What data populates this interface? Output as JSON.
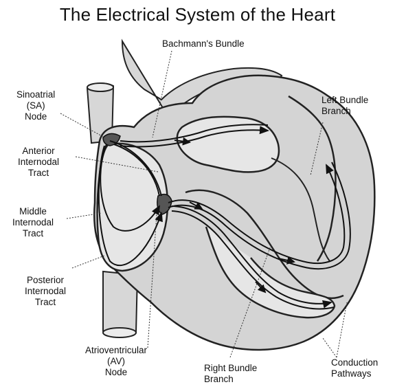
{
  "title": "The Electrical System of the Heart",
  "labels": {
    "bachmann": [
      "Bachmann's Bundle"
    ],
    "sa_node": [
      "Sinoatrial",
      "(SA)",
      "Node"
    ],
    "anterior": [
      "Anterior",
      "Internodal",
      "Tract"
    ],
    "middle": [
      "Middle",
      "Internodal",
      "Tract"
    ],
    "posterior": [
      "Posterior",
      "Internodal",
      "Tract"
    ],
    "av_node": [
      "Atrioventricular",
      "(AV)",
      "Node"
    ],
    "right_bundle": [
      "Right Bundle",
      "Branch"
    ],
    "left_bundle": [
      "Left Bundle",
      "Branch"
    ],
    "conduction": [
      "Conduction",
      "Pathways"
    ]
  }
}
